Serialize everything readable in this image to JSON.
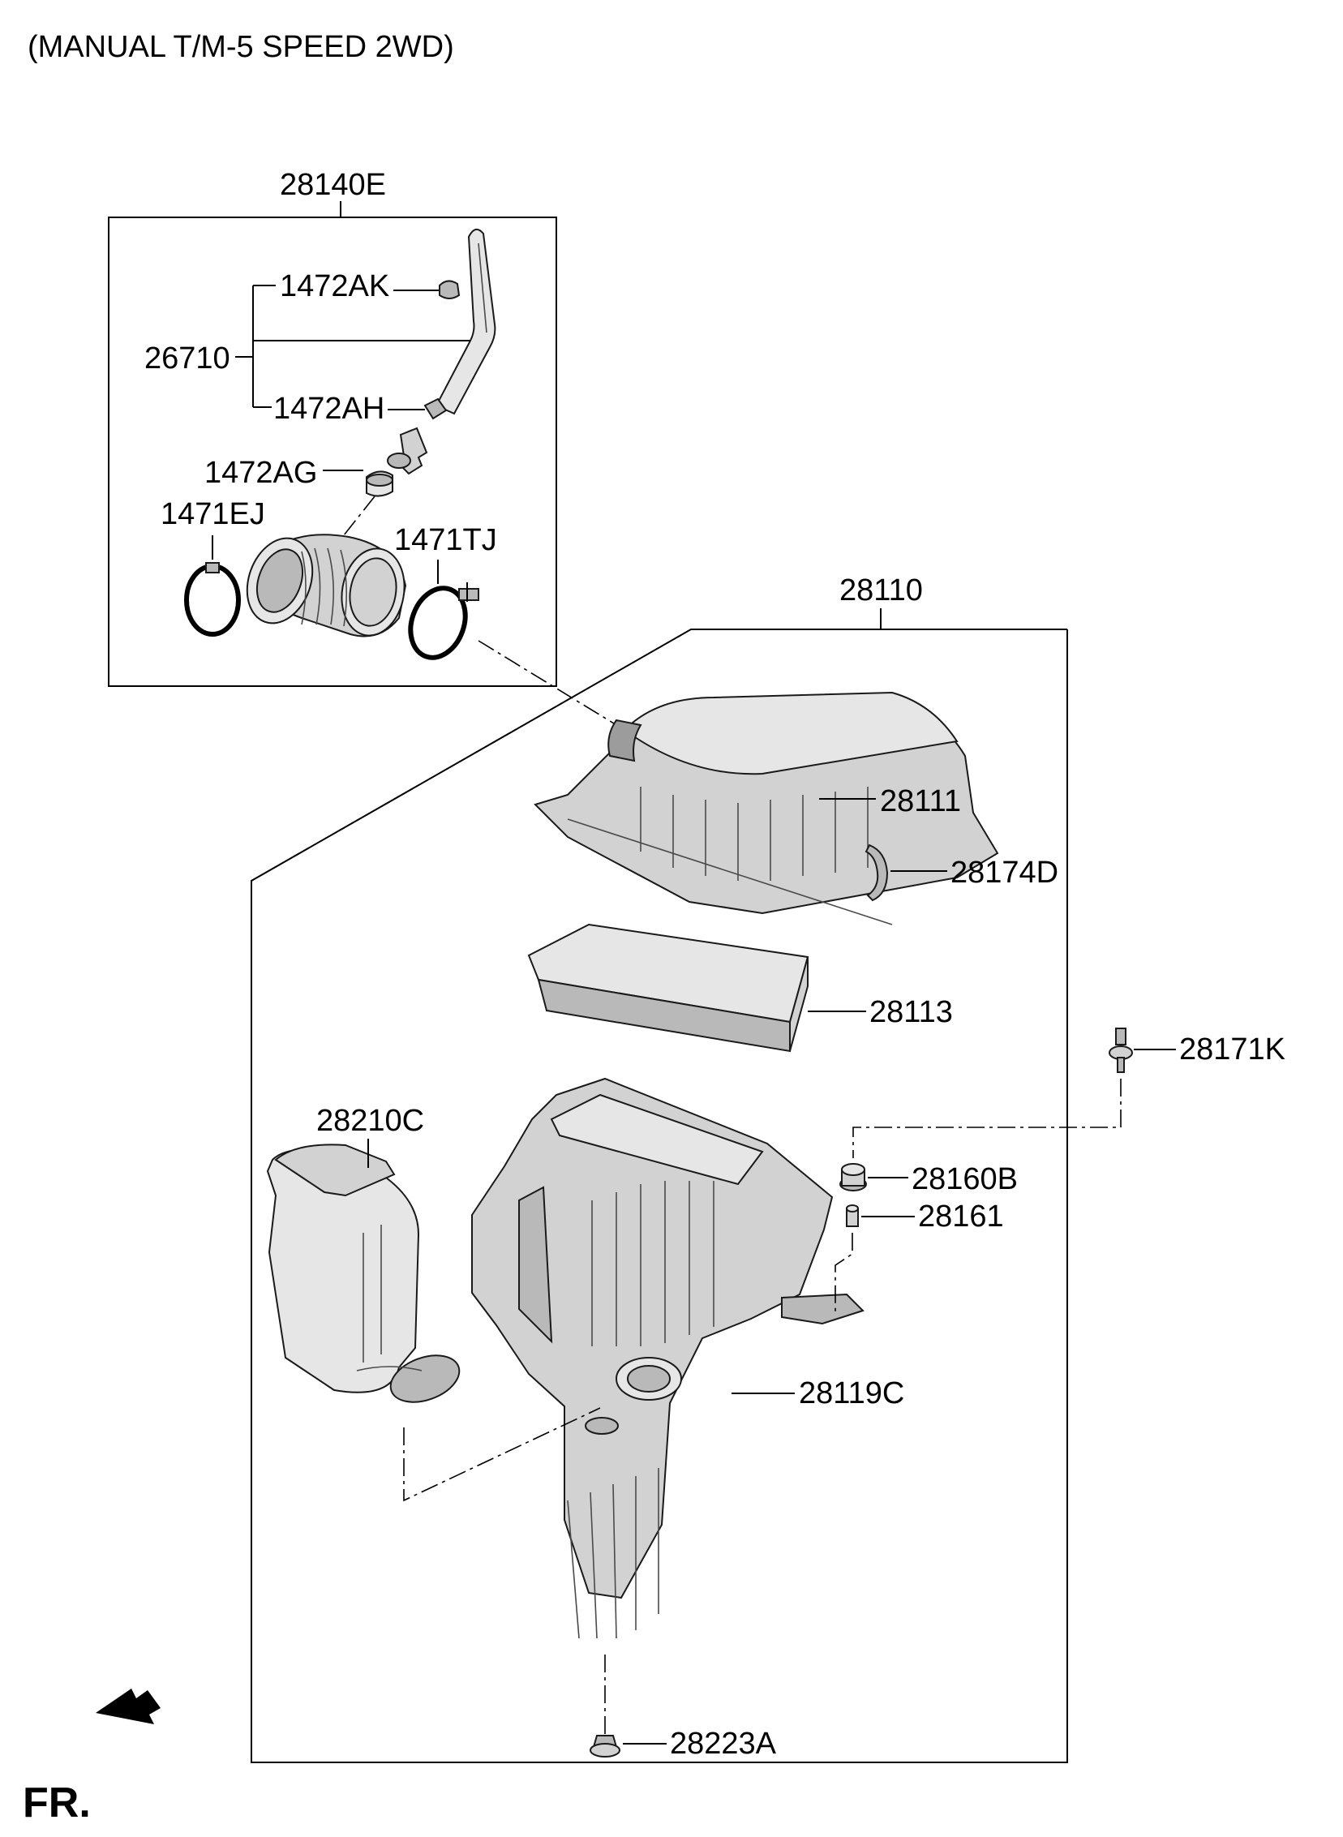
{
  "title": "(MANUAL T/M-5 SPEED 2WD)",
  "direction_label": "FR.",
  "labels": {
    "p28140E": "28140E",
    "p1472AK": "1472AK",
    "p26710": "26710",
    "p1472AH": "1472AH",
    "p1472AG": "1472AG",
    "p1471EJ": "1471EJ",
    "p1471TJ": "1471TJ",
    "p28110": "28110",
    "p28111": "28111",
    "p28174D": "28174D",
    "p28113": "28113",
    "p28171K": "28171K",
    "p28210C": "28210C",
    "p28160B": "28160B",
    "p28161": "28161",
    "p28119C": "28119C",
    "p28223A": "28223A"
  }
}
